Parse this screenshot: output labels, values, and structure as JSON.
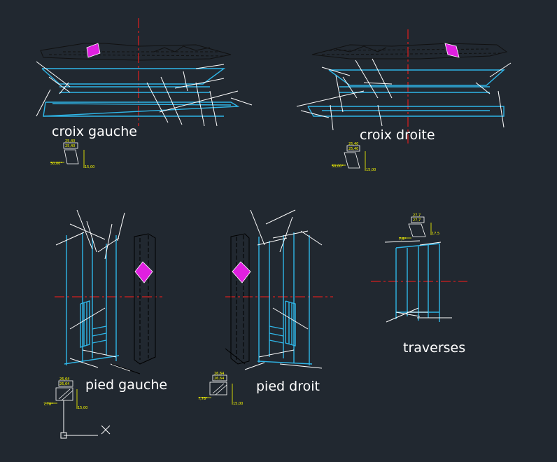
{
  "views": {
    "croix_gauche": {
      "label": "croix gauche",
      "dims": [
        "25,40",
        "25,40",
        "50,00°",
        "15,00"
      ]
    },
    "croix_droite": {
      "label": "croix droite",
      "dims": [
        "25,40",
        "25,40",
        "50,00°",
        "15,00"
      ]
    },
    "pied_gauche": {
      "label": "pied gauche",
      "dims": [
        "26,64",
        "26,64",
        "7,78°",
        "15,00"
      ]
    },
    "pied_droit": {
      "label": "pied droit",
      "dims": [
        "26,64",
        "26,64",
        "7,78°",
        "15,00"
      ]
    },
    "traverses": {
      "label": "traverses",
      "dims": [
        "27,7",
        "27,7",
        "7,5°",
        "17,5"
      ]
    }
  },
  "colors": {
    "background": "#212830",
    "member": "#2fb6e8",
    "section_hatch": "#e020e0",
    "axis": "#d21e1e",
    "dimension": "#ffff00",
    "text": "#ffffff"
  },
  "icons": [
    "ucs-icon"
  ]
}
